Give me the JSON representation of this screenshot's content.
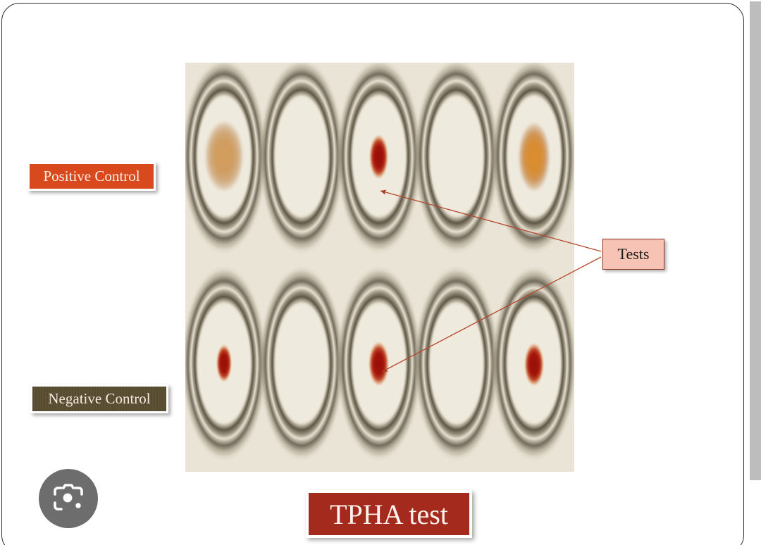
{
  "page": {
    "title": "TPHA test",
    "background_color": "#ffffff",
    "card_border_color": "#2e2e2e"
  },
  "scrollbar": {
    "name": "vertical-scrollbar",
    "thumb_color": "#bdbdbd",
    "track_color": "#ffffff"
  },
  "annotations": {
    "positive_control": {
      "label": "Positive Control",
      "background": "#d8491e",
      "text_color": "#fbece3"
    },
    "negative_control": {
      "label": "Negative Control",
      "background": "#564a30",
      "text_color": "#f5ece0"
    },
    "tests": {
      "label": "Tests",
      "background": "#f7c3b5",
      "border": "#8c2a1c",
      "text_color": "#1a1a1a"
    },
    "title_banner": {
      "label": "TPHA test",
      "background": "#a52a1e",
      "text_color": "#fdf3ec"
    },
    "arrow_color": "#b4472c"
  },
  "lens_button": {
    "icon": "camera-lens-icon",
    "background": "#6d6d6d",
    "icon_color": "#ffffff"
  },
  "plate": {
    "name": "microtitre-plate-photo",
    "background": "#e9e4d6",
    "well_interior": "#efeade",
    "rows": 2,
    "columns": 5,
    "wells": [
      {
        "row": 1,
        "column": 1,
        "result": "positive",
        "pattern": "diffuse-agglutination-mat",
        "color": "#d6842a",
        "role": "Positive Control"
      },
      {
        "row": 1,
        "column": 2,
        "result": "empty",
        "pattern": "none",
        "color": "",
        "role": ""
      },
      {
        "row": 1,
        "column": 3,
        "result": "negative",
        "pattern": "compact-button",
        "color": "#96100a",
        "role": "Tests"
      },
      {
        "row": 1,
        "column": 4,
        "result": "empty",
        "pattern": "none",
        "color": "",
        "role": ""
      },
      {
        "row": 1,
        "column": 5,
        "result": "positive",
        "pattern": "diffuse-agglutination-mat",
        "color": "#e08320",
        "role": ""
      },
      {
        "row": 2,
        "column": 1,
        "result": "negative",
        "pattern": "compact-button",
        "color": "#96100a",
        "role": "Negative Control"
      },
      {
        "row": 2,
        "column": 2,
        "result": "empty",
        "pattern": "none",
        "color": "",
        "role": ""
      },
      {
        "row": 2,
        "column": 3,
        "result": "negative",
        "pattern": "compact-button",
        "color": "#96100a",
        "role": "Tests"
      },
      {
        "row": 2,
        "column": 4,
        "result": "empty",
        "pattern": "none",
        "color": "",
        "role": ""
      },
      {
        "row": 2,
        "column": 5,
        "result": "negative",
        "pattern": "compact-button",
        "color": "#96100a",
        "role": ""
      }
    ]
  }
}
